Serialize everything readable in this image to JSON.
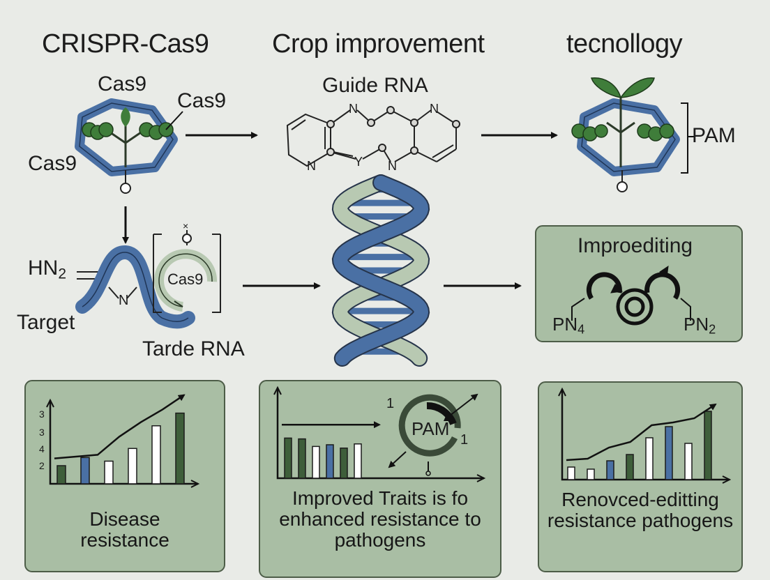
{
  "titles": {
    "crispr": "CRISPR-Cas9",
    "crop": "Crop improvement",
    "tech": "tecnollogy"
  },
  "labels": {
    "cas9_top": "Cas9",
    "cas9_right": "Cas9",
    "cas9_left": "Cas9",
    "guide_rna": "Guide RNA",
    "pam_right": "PAM",
    "hn": "HN",
    "hn_sub": "2",
    "target": "Target",
    "cas9_ring": "Cas9",
    "tarde_rna": "Tarde RNA",
    "ring_mark": "×",
    "n_strand": "N",
    "mol_n1": "N",
    "mol_n2": "N",
    "mol_n3": "N",
    "mol_n4": "N",
    "mol_y": "Y"
  },
  "editing_panel": {
    "title": "Improediting",
    "left_label": "PN",
    "left_sub": "4",
    "right_label": "PN",
    "right_sub": "2"
  },
  "panels": [
    {
      "caption": "Disease resistance",
      "y_ticks": [
        "3",
        "3",
        "4",
        "2"
      ],
      "bars": [
        {
          "value": 1.0,
          "color": "#3e5e3a"
        },
        {
          "value": 1.45,
          "color": "#4a70a4"
        },
        {
          "value": 1.25,
          "color": "#ffffff"
        },
        {
          "value": 1.95,
          "color": "#ffffff"
        },
        {
          "value": 3.2,
          "color": "#ffffff"
        },
        {
          "value": 3.9,
          "color": "#3e5e3a"
        }
      ],
      "trend": [
        1.4,
        1.5,
        1.6,
        2.6,
        3.4,
        4.1,
        4.9
      ]
    },
    {
      "caption": "Improved Traits is fo enhanced resistance to pathogens",
      "pam_label": "PAM",
      "mark_top": "1",
      "mark_right": "1",
      "bars": [
        {
          "value": 2.4,
          "color": "#3e5e3a"
        },
        {
          "value": 2.35,
          "color": "#3e5e3a"
        },
        {
          "value": 1.9,
          "color": "#ffffff"
        },
        {
          "value": 2.0,
          "color": "#4a70a4"
        },
        {
          "value": 1.8,
          "color": "#3e5e3a"
        },
        {
          "value": 2.05,
          "color": "#ffffff"
        }
      ]
    },
    {
      "caption": "Renovced-editting resistance pathogens",
      "bars": [
        {
          "value": 0.9,
          "color": "#ffffff"
        },
        {
          "value": 0.75,
          "color": "#ffffff"
        },
        {
          "value": 1.35,
          "color": "#4a70a4"
        },
        {
          "value": 1.8,
          "color": "#3e5e3a"
        },
        {
          "value": 3.0,
          "color": "#ffffff"
        },
        {
          "value": 3.8,
          "color": "#4a70a4"
        },
        {
          "value": 2.6,
          "color": "#ffffff"
        },
        {
          "value": 4.9,
          "color": "#3e5e3a"
        }
      ],
      "trend": [
        1.4,
        1.5,
        2.3,
        2.7,
        3.9,
        4.1,
        4.4,
        5.4
      ]
    }
  ],
  "colors": {
    "blue": "#4a70a4",
    "green": "#3e5e3a",
    "sage": "#a9bea4",
    "light_green": "#b8c9b2",
    "leaf": "#3f7d3a"
  }
}
